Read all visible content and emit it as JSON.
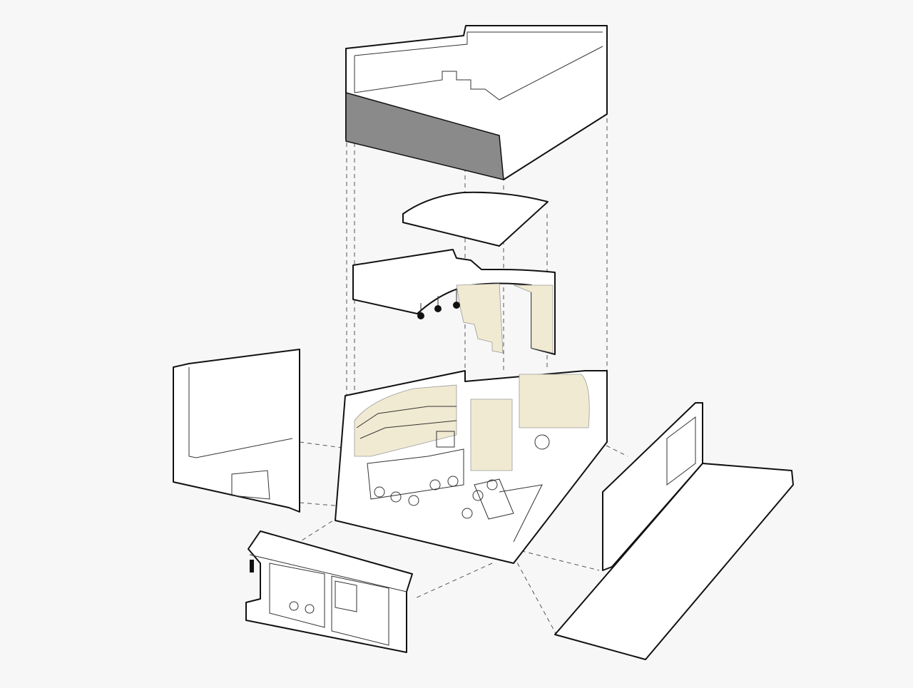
{
  "diagram": {
    "type": "exploded-axonometric",
    "colors": {
      "background": "#f7f7f7",
      "line": "#111111",
      "terrazzo": "#f1ead2",
      "roof-band": "#8a8a8a"
    },
    "components": [
      "roof",
      "ceiling-slab",
      "curved-ceiling-with-pendants",
      "interior-floor",
      "left-wall",
      "front-facade",
      "right-wall",
      "sidewalk"
    ]
  }
}
